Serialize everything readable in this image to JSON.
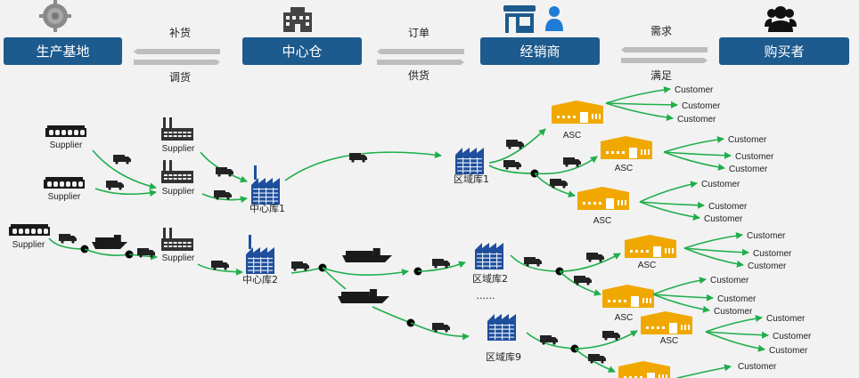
{
  "stages": [
    {
      "id": "production",
      "label": "生产基地",
      "icon": "gear-icon"
    },
    {
      "id": "central",
      "label": "中心仓",
      "icon": "building-icon"
    },
    {
      "id": "dealer",
      "label": "经销商",
      "icon": "store-person-icon"
    },
    {
      "id": "buyer",
      "label": "购买者",
      "icon": "people-icon"
    }
  ],
  "flows": [
    {
      "top": "补货",
      "bottom": "调货"
    },
    {
      "top": "订单",
      "bottom": "供货"
    },
    {
      "top": "需求",
      "bottom": "满足"
    }
  ],
  "colors": {
    "stage": "#1d5a8e",
    "edge": "#1fae4b",
    "asc": "#f0a800",
    "warehouse": "#1f4f9c",
    "background": "#f2f2f2"
  },
  "network": {
    "supplier_label": "Supplier",
    "customer_label": "Customer",
    "asc_label": "ASC",
    "central_warehouses": [
      "中心库1",
      "中心库2"
    ],
    "regional_warehouses": [
      "区域库1",
      "区域库2",
      "区域库9"
    ],
    "ellipsis": "......"
  }
}
